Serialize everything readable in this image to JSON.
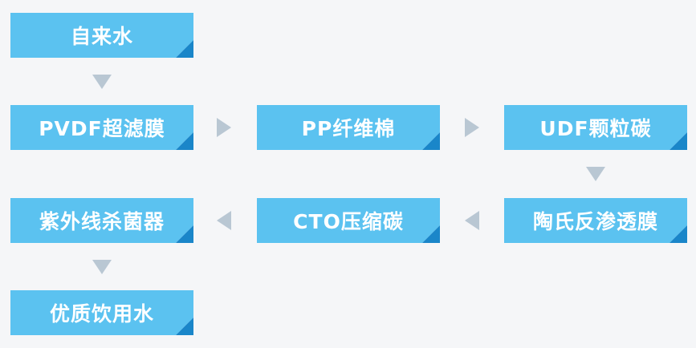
{
  "steps": {
    "tap_water": "自来水",
    "pvdf": "PVDF超滤膜",
    "pp": "PP纤维棉",
    "udf": "UDF颗粒碳",
    "ro": "陶氏反渗透膜",
    "cto": "CTO压缩碳",
    "uv": "紫外线杀菌器",
    "drinking": "优质饮用水"
  },
  "colors": {
    "box": "#5bc2f0",
    "fold": "#1a86c9",
    "arrow": "#b9c7d3",
    "background": "#f5f6f8"
  }
}
